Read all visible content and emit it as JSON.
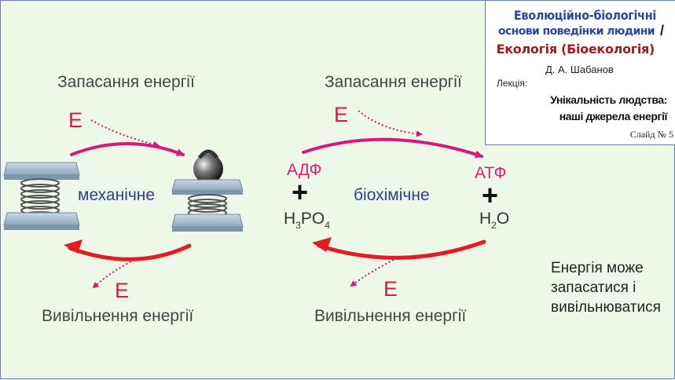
{
  "header": {
    "course_line1": "Еволюційно-біологічні",
    "course_line2": "основи поведінки людини",
    "separator": "/",
    "course_line3": "Екологія (Біоекологія)",
    "author": "Д. А. Шабанов",
    "lecture_label": "Лекція:",
    "topic_line1": "Унікальність людства:",
    "topic_line2": "наші джерела енергії",
    "slide_number": "Слайд № 5"
  },
  "left_cycle": {
    "store_label": "Запасання енергії",
    "release_label": "Вивільнення енергії",
    "energy_in": "E",
    "energy_out": "E",
    "type_label": "механічне"
  },
  "right_cycle": {
    "store_label": "Запасання енергії",
    "release_label": "Вивільнення енергії",
    "energy_in": "E",
    "energy_out": "E",
    "type_label": "біохімічне",
    "left_top": "АДФ",
    "plus": "+",
    "left_bottom_parts": [
      "H",
      "3",
      "PO",
      "4"
    ],
    "right_top": "АТФ",
    "right_bottom_parts": [
      "H",
      "2",
      "O"
    ]
  },
  "note": {
    "line1": "Енергія може",
    "line2": "запасатися і",
    "line3": "вивільнюватися"
  },
  "colors": {
    "title_blue": "#2d47a0",
    "title_red": "#9b1c1c",
    "arrow_magenta": "#d6187a",
    "arrow_red": "#e31b23",
    "energy_red": "#d81b3a",
    "mid_blue": "#2d3f8f"
  }
}
